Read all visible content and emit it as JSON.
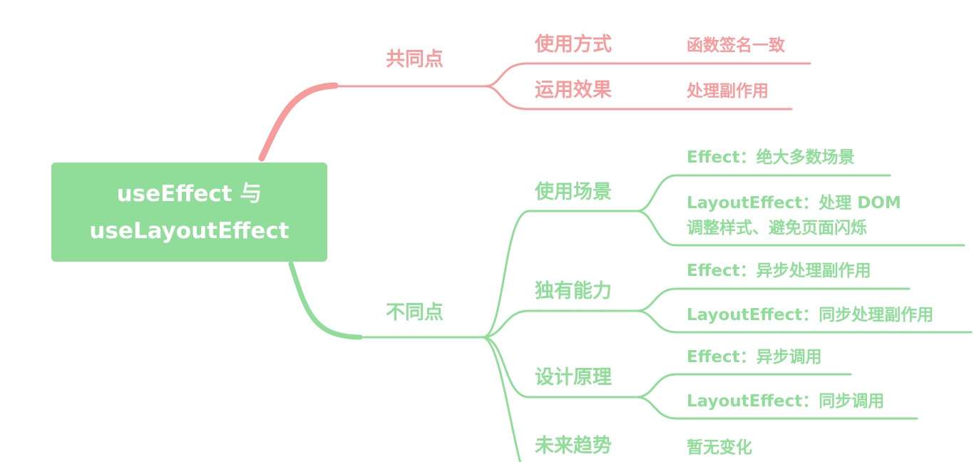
{
  "root": {
    "line1": "useEffect 与",
    "line2": "useLayoutEffect"
  },
  "colors": {
    "common": "#f79c9c",
    "diff": "#8fdd99",
    "root_bg": "#8fdd99",
    "root_text": "#ffffff"
  },
  "common": {
    "label": "共同点",
    "items": [
      {
        "label": "使用方式",
        "leaves": [
          "函数签名一致"
        ]
      },
      {
        "label": "运用效果",
        "leaves": [
          "处理副作用"
        ]
      }
    ]
  },
  "diff": {
    "label": "不同点",
    "items": [
      {
        "label": "使用场景",
        "leaves": [
          "Effect：绝大多数场景",
          "LayoutEffect：处理 DOM",
          "调整样式、避免页面闪烁"
        ]
      },
      {
        "label": "独有能力",
        "leaves": [
          "Effect：异步处理副作用",
          "LayoutEffect：同步处理副作用"
        ]
      },
      {
        "label": "设计原理",
        "leaves": [
          "Effect：异步调用",
          "LayoutEffect：同步调用"
        ]
      },
      {
        "label": "未来趋势",
        "leaves": [
          "暂无变化"
        ]
      }
    ]
  }
}
